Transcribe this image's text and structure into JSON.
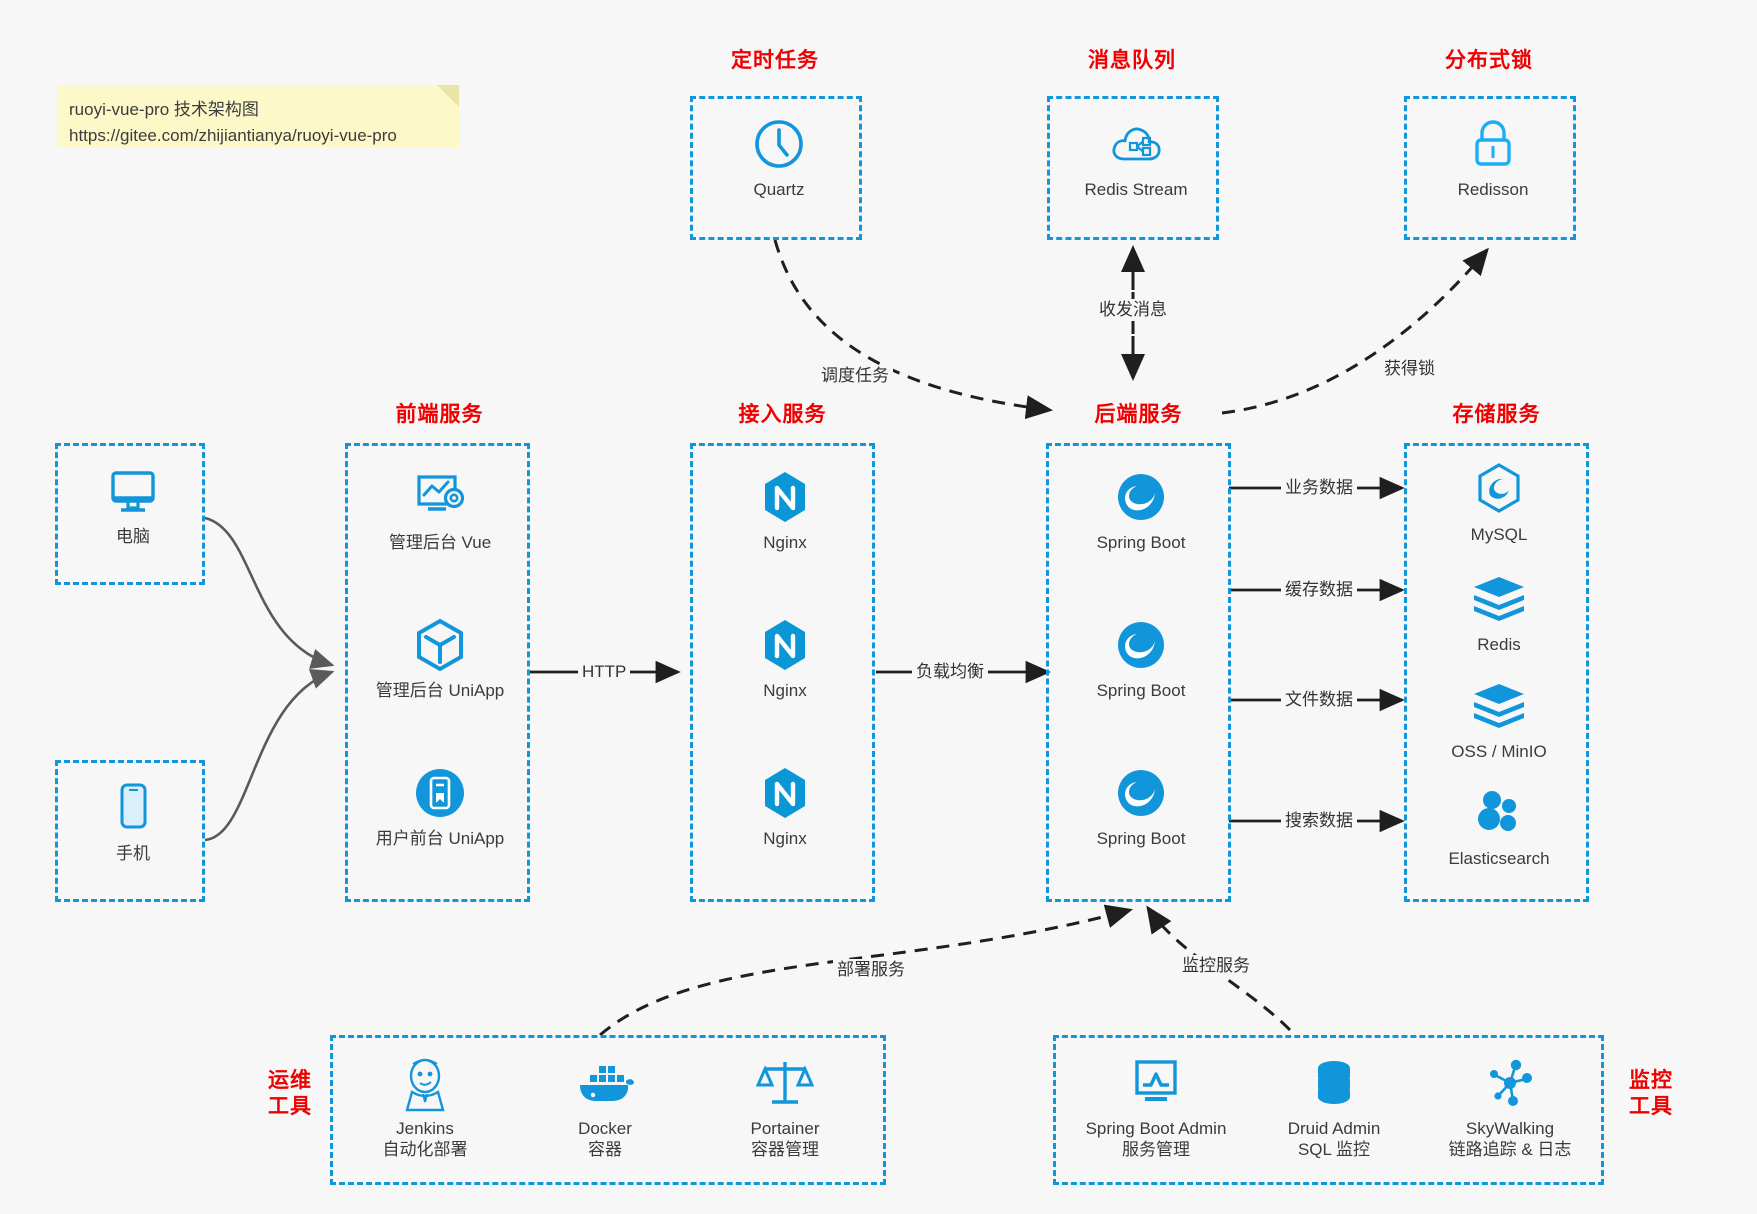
{
  "note": {
    "line1": "ruoyi-vue-pro 技术架构图",
    "line2": "https://gitee.com/zhijiantianya/ruoyi-vue-pro"
  },
  "colors": {
    "accent_blue": "#1296db",
    "title_red": "#f00000",
    "note_yellow": "#fcf8c8",
    "edge_gray": "#5a5a5a",
    "edge_black": "#222222",
    "page_bg": "#f7f7f7"
  },
  "groups": {
    "scheduled_task": {
      "title": "定时任务",
      "nodes": [
        {
          "label": "Quartz",
          "icon": "clock-icon"
        }
      ]
    },
    "message_queue": {
      "title": "消息队列",
      "nodes": [
        {
          "label": "Redis Stream",
          "icon": "cloud-stream-icon"
        }
      ]
    },
    "distributed_lock": {
      "title": "分布式锁",
      "nodes": [
        {
          "label": "Redisson",
          "icon": "lock-icon"
        }
      ]
    },
    "clients": {
      "title": "",
      "nodes": [
        {
          "label": "电脑",
          "icon": "desktop-icon"
        },
        {
          "label": "手机",
          "icon": "mobile-icon"
        }
      ]
    },
    "frontend": {
      "title": "前端服务",
      "nodes": [
        {
          "label": "管理后台 Vue",
          "icon": "dashboard-gear-icon"
        },
        {
          "label": "管理后台 UniApp",
          "icon": "cube-icon"
        },
        {
          "label": "用户前台 UniApp",
          "icon": "mobile-app-icon"
        }
      ]
    },
    "gateway": {
      "title": "接入服务",
      "nodes": [
        {
          "label": "Nginx",
          "icon": "nginx-icon"
        },
        {
          "label": "Nginx",
          "icon": "nginx-icon"
        },
        {
          "label": "Nginx",
          "icon": "nginx-icon"
        }
      ]
    },
    "backend": {
      "title": "后端服务",
      "nodes": [
        {
          "label": "Spring Boot",
          "icon": "spring-leaf-icon"
        },
        {
          "label": "Spring Boot",
          "icon": "spring-leaf-icon"
        },
        {
          "label": "Spring Boot",
          "icon": "spring-leaf-icon"
        }
      ]
    },
    "storage": {
      "title": "存储服务",
      "nodes": [
        {
          "label": "MySQL",
          "icon": "mysql-dolphin-icon"
        },
        {
          "label": "Redis",
          "icon": "redis-stack-icon"
        },
        {
          "label": "OSS / MinIO",
          "icon": "redis-stack-icon"
        },
        {
          "label": "Elasticsearch",
          "icon": "elasticsearch-icon"
        }
      ]
    },
    "devops": {
      "title_line1": "运维",
      "title_line2": "工具",
      "nodes": [
        {
          "label": "Jenkins",
          "sublabel": "自动化部署",
          "icon": "jenkins-butler-icon"
        },
        {
          "label": "Docker",
          "sublabel": "容器",
          "icon": "docker-whale-icon"
        },
        {
          "label": "Portainer",
          "sublabel": "容器管理",
          "icon": "scales-icon"
        }
      ]
    },
    "monitor": {
      "title_line1": "监控",
      "title_line2": "工具",
      "nodes": [
        {
          "label": "Spring Boot Admin",
          "sublabel": "服务管理",
          "icon": "monitor-chart-icon"
        },
        {
          "label": "Druid Admin",
          "sublabel": "SQL 监控",
          "icon": "database-icon"
        },
        {
          "label": "SkyWalking",
          "sublabel": "链路追踪 & 日志",
          "icon": "skywalking-node-icon"
        }
      ]
    }
  },
  "edges": [
    {
      "id": "http",
      "label": "HTTP"
    },
    {
      "id": "lb",
      "label": "负载均衡"
    },
    {
      "id": "schedule",
      "label": "调度任务"
    },
    {
      "id": "mq",
      "label": "收发消息"
    },
    {
      "id": "lock",
      "label": "获得锁"
    },
    {
      "id": "business",
      "label": "业务数据"
    },
    {
      "id": "cache",
      "label": "缓存数据"
    },
    {
      "id": "file",
      "label": "文件数据"
    },
    {
      "id": "search",
      "label": "搜索数据"
    },
    {
      "id": "deploy",
      "label": "部署服务"
    },
    {
      "id": "observe",
      "label": "监控服务"
    }
  ]
}
